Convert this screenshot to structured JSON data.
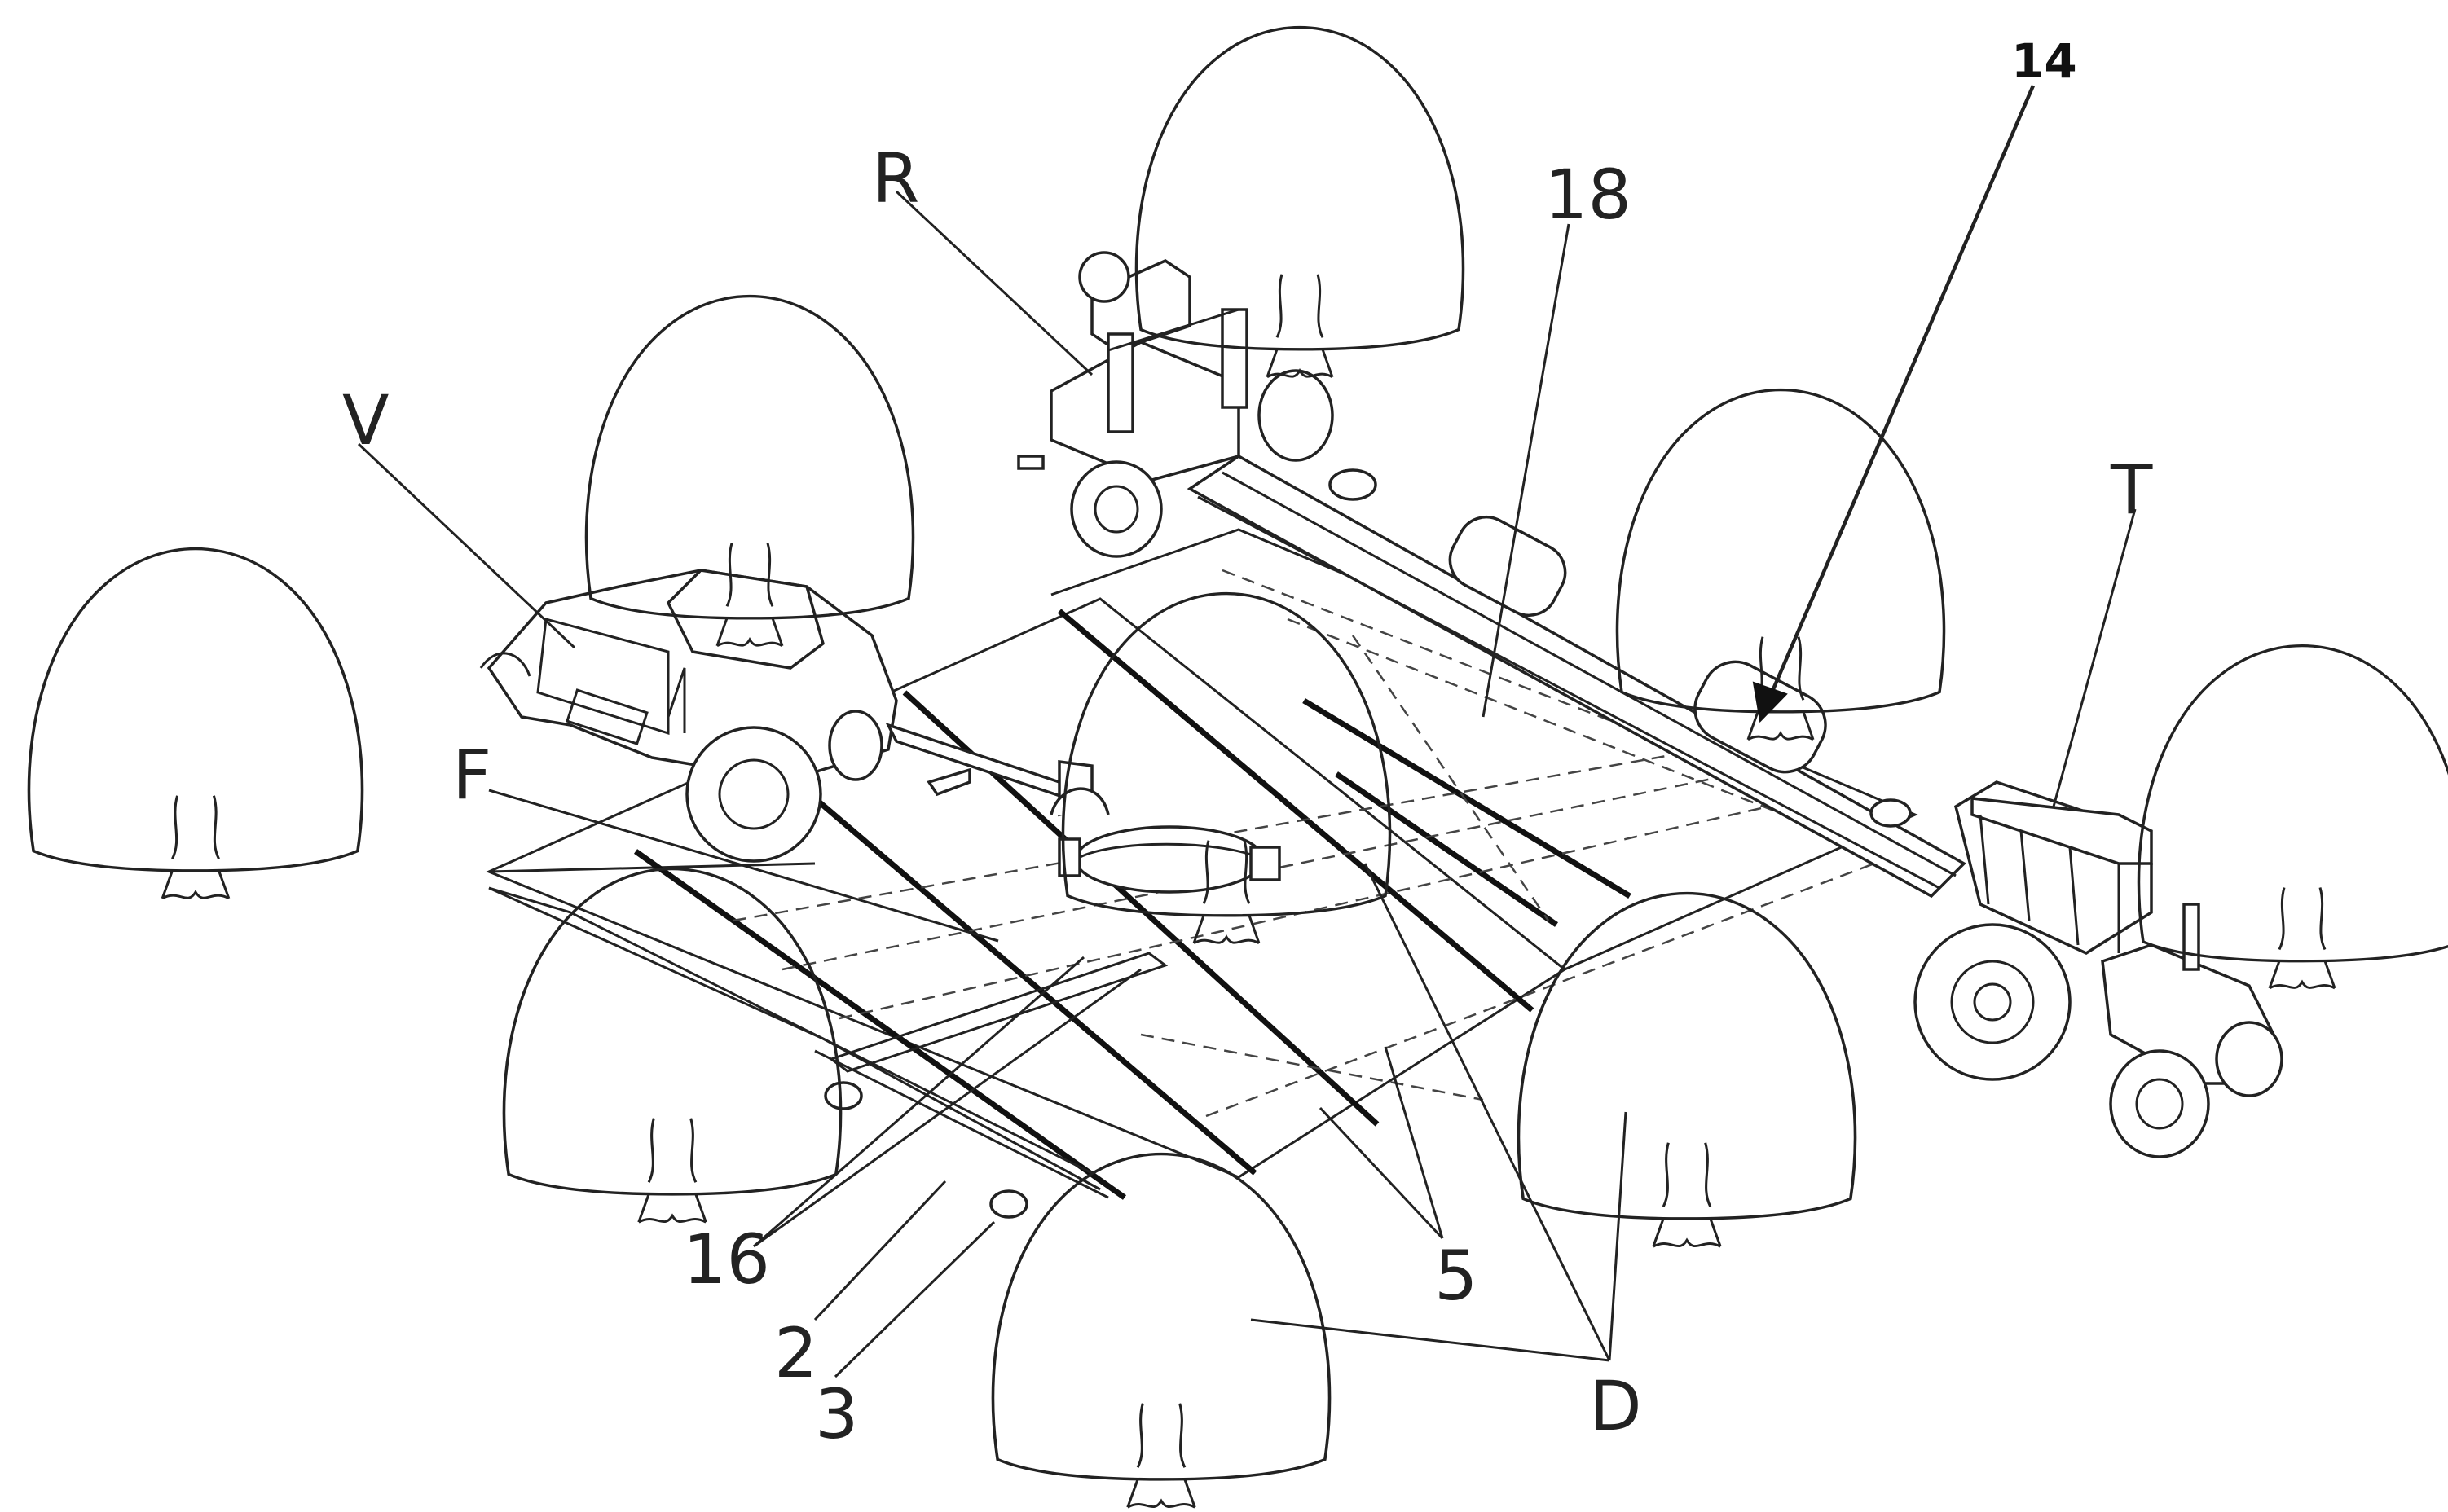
{
  "figure": {
    "labels": {
      "V": "V",
      "R": "R",
      "T": "T",
      "F": "F",
      "n14": "14",
      "n18": "18",
      "n16": "16",
      "n2": "2",
      "n3": "3",
      "n5": "5",
      "D": "D"
    }
  }
}
